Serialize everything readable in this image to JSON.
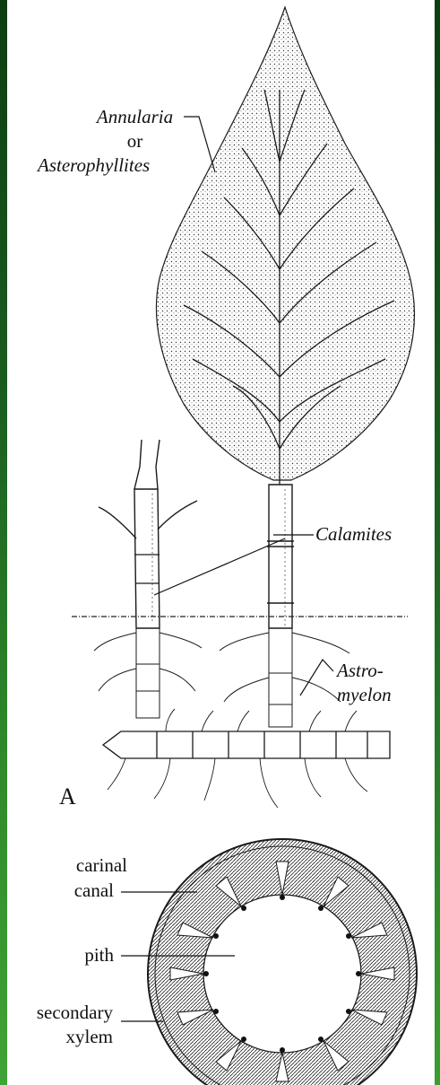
{
  "diagram": {
    "panel_label": "A",
    "labels": {
      "annularia_1": "Annularia",
      "annularia_2": "or",
      "annularia_3": "Asterophyllites",
      "calamites": "Calamites",
      "astromyelon_1": "Astro-",
      "astromyelon_2": "myelon",
      "carinal_canal_1": "carinal",
      "carinal_canal_2": "canal",
      "pith": "pith",
      "secondary_xylem_1": "secondary",
      "secondary_xylem_2": "xylem"
    }
  },
  "colors": {
    "ink": "#111111",
    "border_green_dark": "#0c3d12",
    "border_green_light": "#3fa335"
  }
}
